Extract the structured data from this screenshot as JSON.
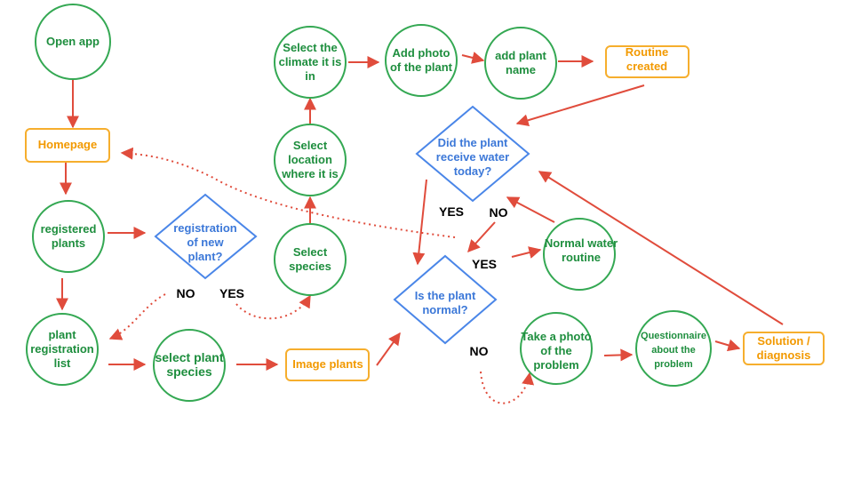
{
  "colors": {
    "circle_stroke": "#34a853",
    "circle_text": "#1e8e3e",
    "rect_stroke": "#f6ae2d",
    "rect_text": "#f29900",
    "diamond_stroke": "#4a86e8",
    "diamond_text": "#3c78d8",
    "arrow": "#e04c3c",
    "label": "#000000"
  },
  "nodes": {
    "open_app": [
      "Open app"
    ],
    "homepage": [
      "Homepage"
    ],
    "registered_plants": [
      "registered",
      "plants"
    ],
    "registration_new_plant": [
      "registration",
      "of new",
      "plant?"
    ],
    "plant_registration_list": [
      "plant",
      "registration",
      "list"
    ],
    "select_plant_species": [
      "select plant",
      "species"
    ],
    "image_plants": [
      "Image plants"
    ],
    "select_species": [
      "Select",
      "species"
    ],
    "select_location": [
      "Select",
      "location",
      "where it is"
    ],
    "select_climate": [
      "Select the",
      "climate it is",
      "in"
    ],
    "add_photo": [
      "Add photo",
      "of the plant"
    ],
    "add_plant_name": [
      "add plant",
      "name"
    ],
    "routine_created": [
      "Routine",
      "created"
    ],
    "did_plant_receive_water": [
      "Did the plant",
      "receive water",
      "today?"
    ],
    "is_plant_normal": [
      "Is the plant",
      "normal?"
    ],
    "normal_water_routine": [
      "Normal water",
      "routine"
    ],
    "take_photo_problem": [
      "Take a photo",
      "of the",
      "problem"
    ],
    "questionnaire": [
      "Questionnaire",
      "about the",
      "problem"
    ],
    "solution_diagnosis": [
      "Solution /",
      "diagnosis"
    ]
  },
  "labels": {
    "registration_no": "NO",
    "registration_yes": "YES",
    "water_yes": "YES",
    "water_no": "NO",
    "normal_yes": "YES",
    "normal_no": "NO"
  }
}
